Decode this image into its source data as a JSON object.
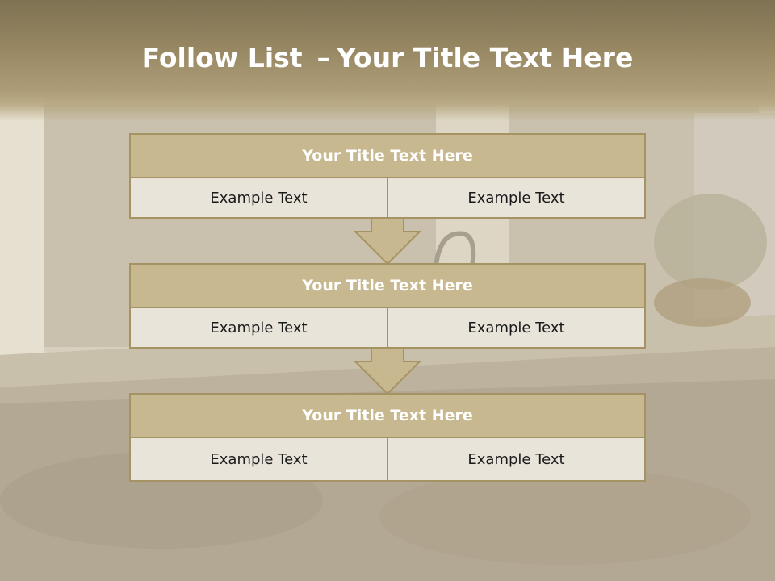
{
  "slide": {
    "title_bold": "Follow List",
    "title_dash": "–",
    "title_rest": "Your Title Text Here"
  },
  "blocks": [
    {
      "title": "Your Title Text Here",
      "left": "Example Text",
      "right": "Example Text"
    },
    {
      "title": "Your Title Text Here",
      "left": "Example Text",
      "right": "Example Text"
    },
    {
      "title": "Your Title Text Here",
      "left": "Example Text",
      "right": "Example Text"
    }
  ],
  "colors": {
    "header_fill": "#c8b88f",
    "border": "#a69363",
    "cell_fill": "#e9e4da",
    "title_band": "#978762"
  }
}
